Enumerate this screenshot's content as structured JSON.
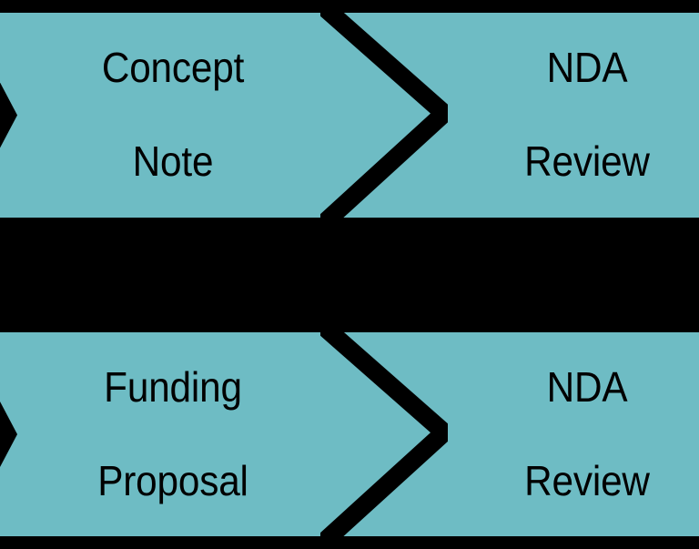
{
  "diagram": {
    "type": "process-flow-chevrons",
    "background_color": "#000000",
    "stage_fill_color": "#6EBCC4",
    "stage_text_color": "#000000",
    "divider_color": "#000000",
    "rows": [
      {
        "row_id": "row-1",
        "left_tip_icon": "chevron-right-tip-icon",
        "stages": [
          {
            "id": "concept-note",
            "line1": "Concept",
            "line2": "Note"
          },
          {
            "id": "nda-review-1",
            "line1": "NDA",
            "line2": "Review"
          }
        ],
        "divider_icon": "chevron-right-divider-icon"
      },
      {
        "row_id": "row-2",
        "left_tip_icon": "chevron-right-tip-icon",
        "stages": [
          {
            "id": "funding-proposal",
            "line1": "Funding",
            "line2": "Proposal"
          },
          {
            "id": "nda-review-2",
            "line1": "NDA",
            "line2": "Review"
          }
        ],
        "divider_icon": "chevron-right-divider-icon"
      }
    ]
  }
}
